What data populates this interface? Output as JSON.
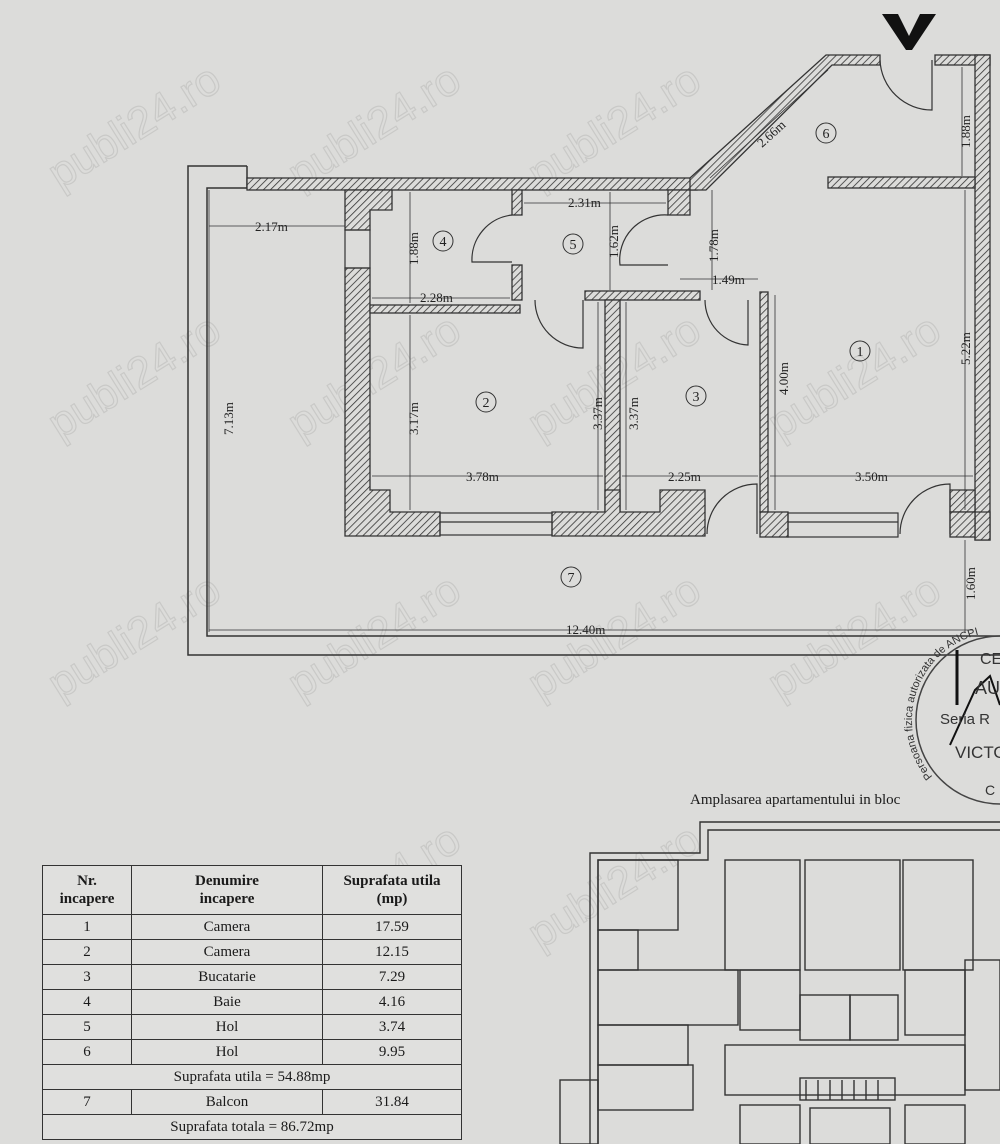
{
  "watermark": "publi24.ro",
  "north_mark": "V",
  "rooms": [
    "1",
    "2",
    "3",
    "4",
    "5",
    "6",
    "7"
  ],
  "dimensions": {
    "d_2_17": "2.17m",
    "d_7_13": "7.13m",
    "d_1_88a": "1.88m",
    "d_2_28": "2.28m",
    "d_2_31": "2.31m",
    "d_1_62": "1.62m",
    "d_1_78": "1.78m",
    "d_1_49": "1.49m",
    "d_2_66": "2.66m",
    "d_1_88b": "1.88m",
    "d_5_22": "5.22m",
    "d_4_00": "4.00m",
    "d_3_17": "3.17m",
    "d_3_37a": "3.37m",
    "d_3_37b": "3.37m",
    "d_3_78": "3.78m",
    "d_2_25": "2.25m",
    "d_3_50": "3.50m",
    "d_1_60": "1.60m",
    "d_12_40": "12.40m"
  },
  "stamp": {
    "ring_text": "Persoana fizica autorizata de ANCPI",
    "line1": "CE",
    "line2": "AU",
    "line3": "Seria R",
    "line4": "VICTO",
    "line5": "C"
  },
  "caption": "Amplasarea apartamentului in bloc",
  "table": {
    "headers": [
      [
        "Nr.",
        "incapere"
      ],
      [
        "Denumire",
        "incapere"
      ],
      [
        "Suprafata utila",
        "(mp)"
      ]
    ],
    "rows": [
      [
        "1",
        "Camera",
        "17.59"
      ],
      [
        "2",
        "Camera",
        "12.15"
      ],
      [
        "3",
        "Bucatarie",
        "7.29"
      ],
      [
        "4",
        "Baie",
        "4.16"
      ],
      [
        "5",
        "Hol",
        "3.74"
      ],
      [
        "6",
        "Hol",
        "9.95"
      ]
    ],
    "subtotal": "Suprafata utila = 54.88mp",
    "balcony": [
      "7",
      "Balcon",
      "31.84"
    ],
    "total": "Suprafata totala = 86.72mp"
  }
}
